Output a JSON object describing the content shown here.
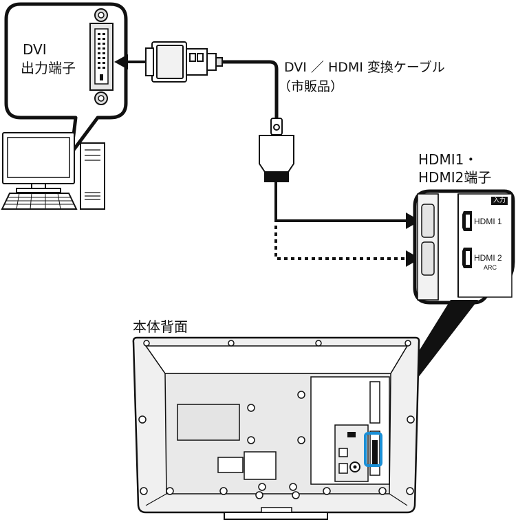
{
  "pc_callout": {
    "title_line1": "DVI",
    "title_line2": "出力端子"
  },
  "cable": {
    "label_line1": "DVI ／ HDMI 変換ケーブル",
    "label_line2": "（市販品）"
  },
  "hdmi_callout": {
    "title_line1": "HDMI1・",
    "title_line2": "HDMI2端子",
    "input_tag": "入力",
    "port1_label": "HDMI 1",
    "port2_label": "HDMI 2",
    "port2_sub": "ARC"
  },
  "tv": {
    "label": "本体背面"
  },
  "colors": {
    "outline": "#111111",
    "panel": "#eeeeee",
    "highlight": "#1a8fd6"
  }
}
